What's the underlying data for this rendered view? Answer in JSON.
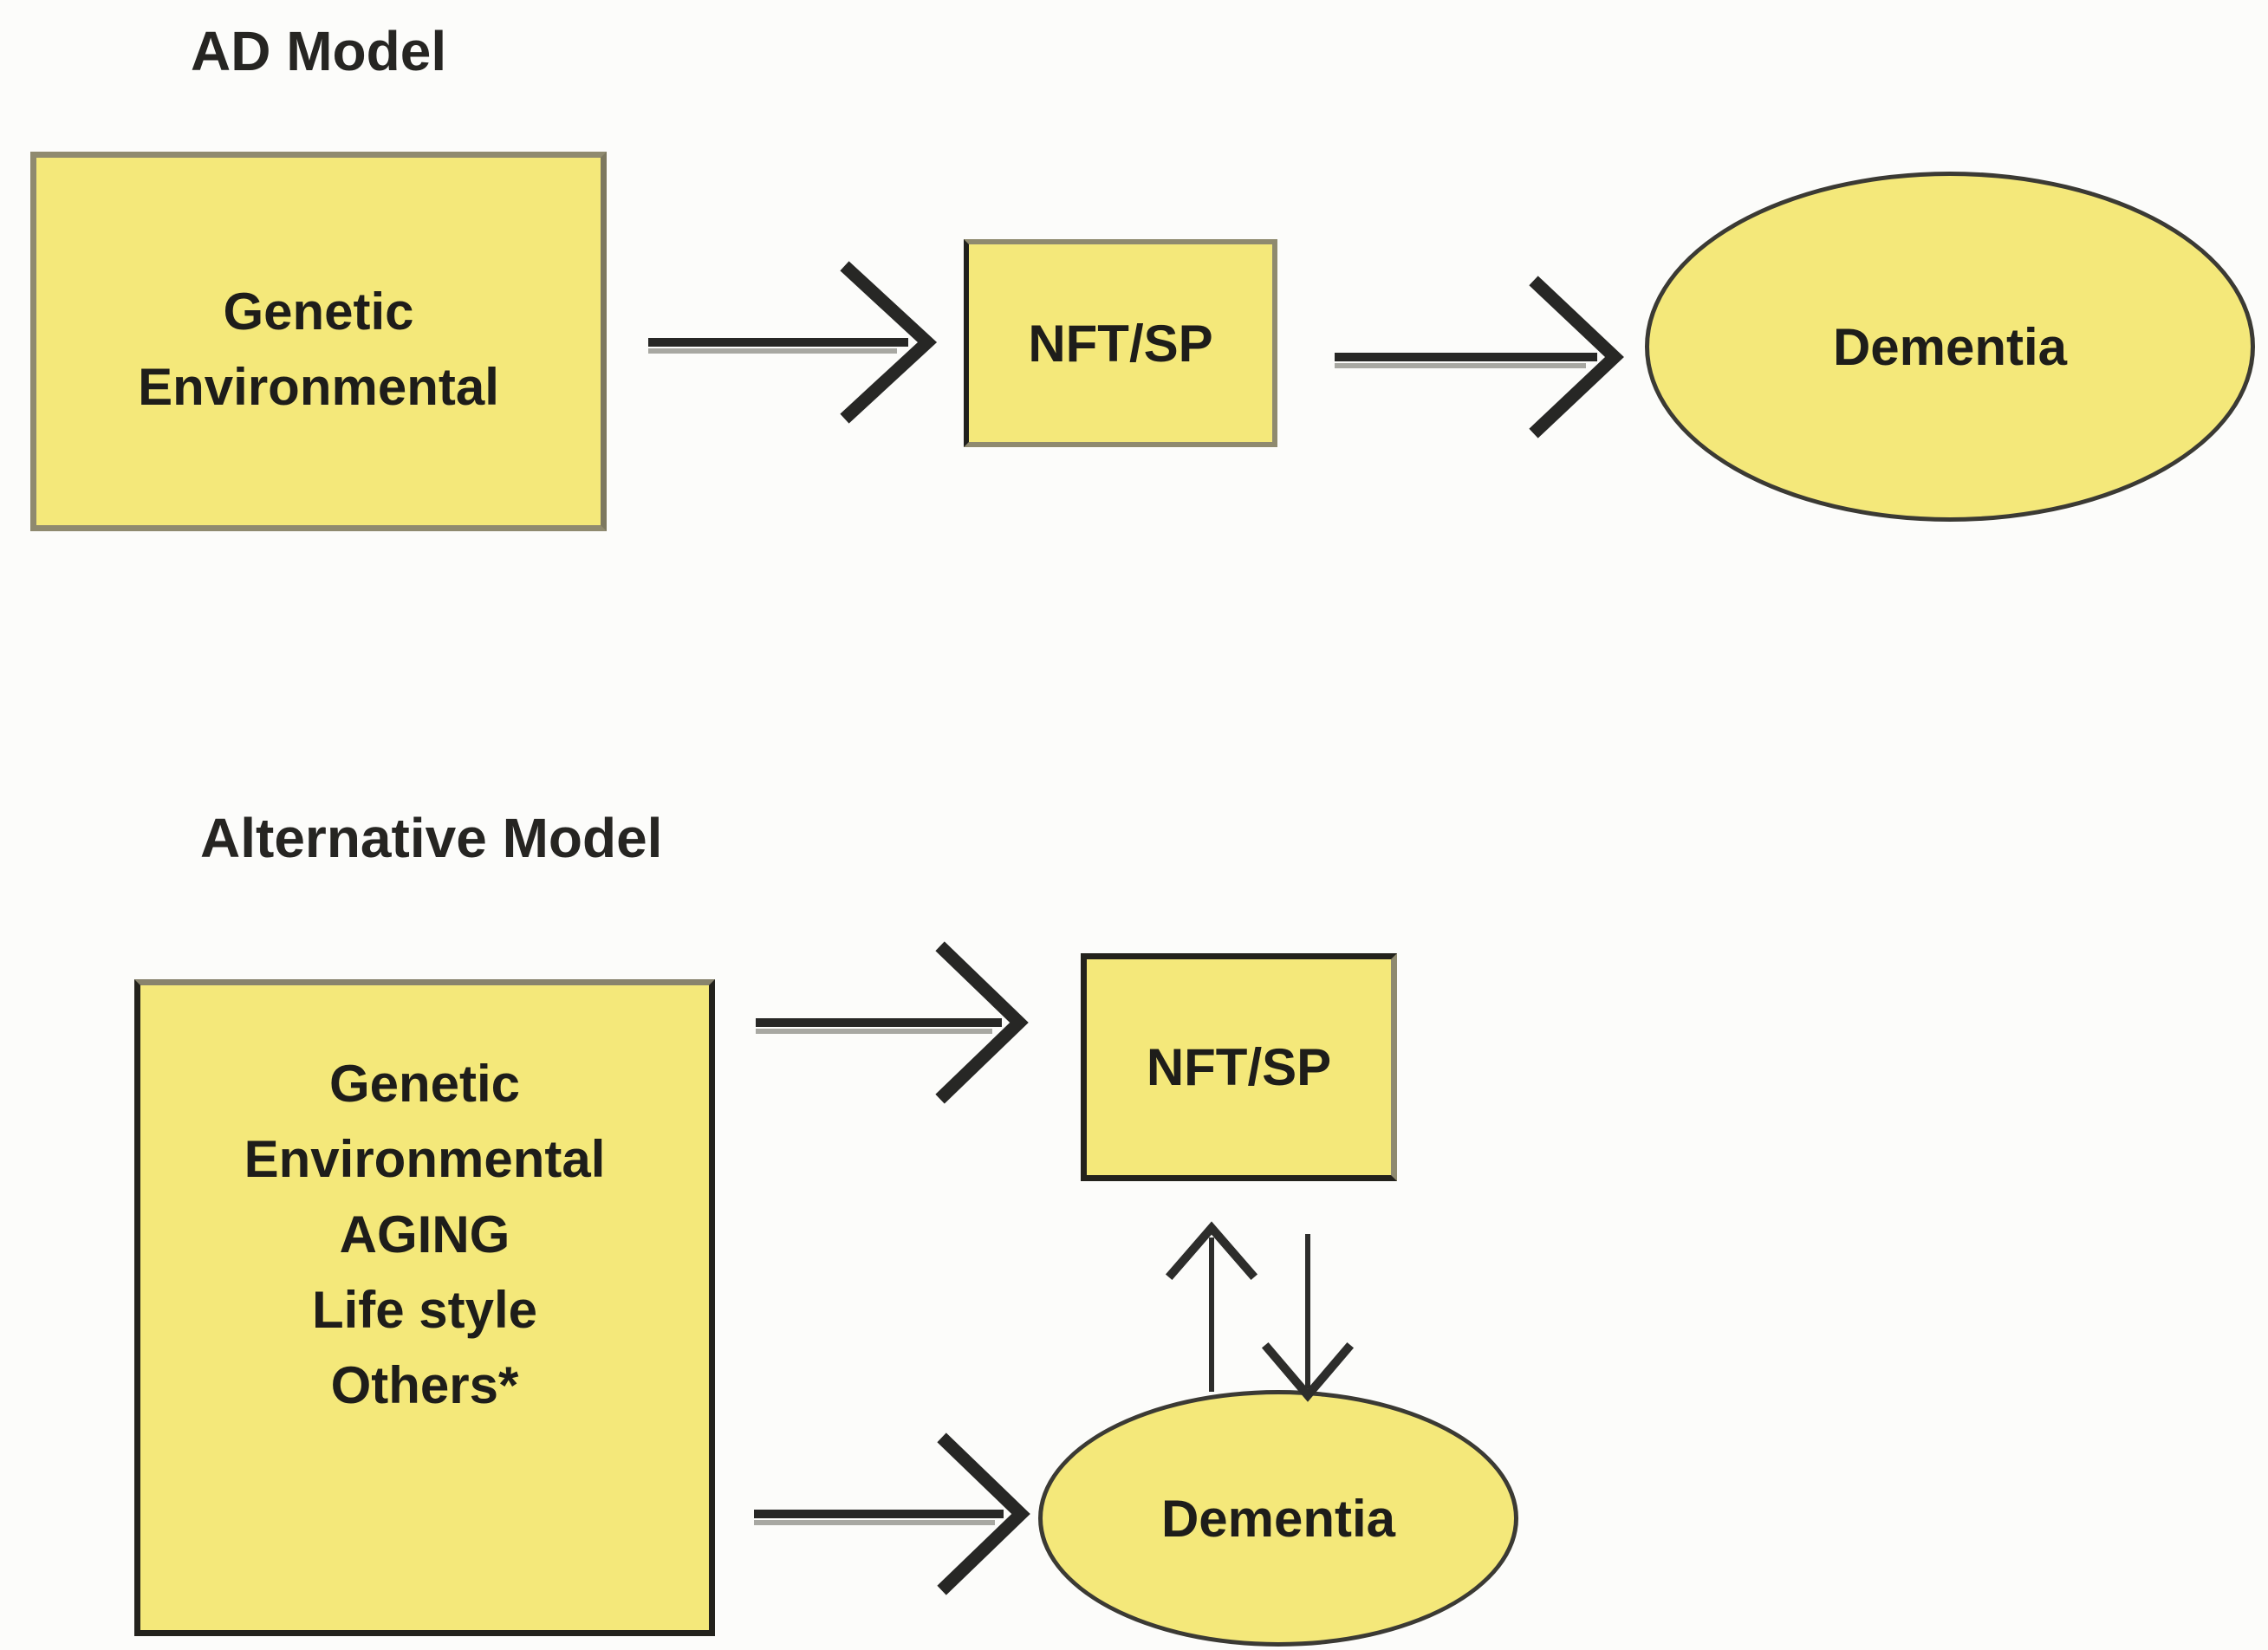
{
  "figure": {
    "background": "#fcfcfa",
    "node_fill": "#f4e87a",
    "olive_border": "#8f8a6f",
    "dark_border": "#23221c",
    "arrow_color": "#272725",
    "text_color": "#1e1d1a"
  },
  "ad_model": {
    "title": "AD Model",
    "cause_box": {
      "lines": [
        "Genetic",
        "Environmental"
      ]
    },
    "nft_box": {
      "label": "NFT/SP"
    },
    "outcome": {
      "label": "Dementia"
    }
  },
  "alternative_model": {
    "title": "Alternative Model",
    "cause_box": {
      "lines": [
        "Genetic",
        "Environmental",
        "AGING",
        "Life style",
        "Others*"
      ]
    },
    "nft_box": {
      "label": "NFT/SP"
    },
    "outcome": {
      "label": "Dementia"
    }
  }
}
